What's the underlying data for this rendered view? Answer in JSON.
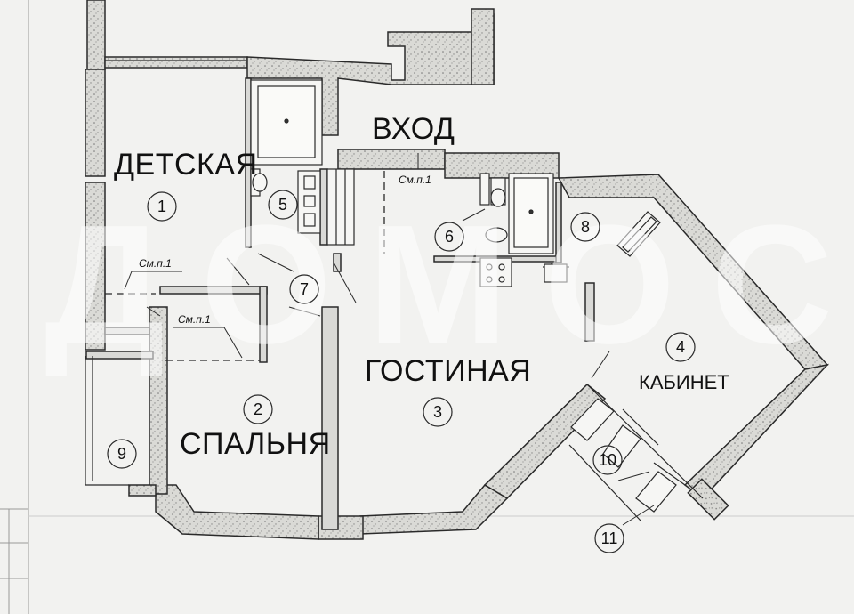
{
  "watermark": "ДОМОС",
  "rooms": {
    "detskaya": "ДЕТСКАЯ",
    "vhod": "ВХОД",
    "gostinaya": "ГОСТИНАЯ",
    "spalnya": "СПАЛЬНЯ",
    "kabinet": "КАБИНЕТ"
  },
  "numbers": {
    "n1": "1",
    "n2": "2",
    "n3": "3",
    "n4": "4",
    "n5": "5",
    "n6": "6",
    "n7": "7",
    "n8": "8",
    "n9": "9",
    "n10": "10",
    "n11": "11"
  },
  "notes": {
    "smp_a": "См.п.1",
    "smp_b": "См.п.1",
    "smp_c": "См.п.1"
  },
  "colors": {
    "wall_fill": "#d9d9d6",
    "line": "#2a2a2a",
    "background": "#f2f2f0"
  }
}
